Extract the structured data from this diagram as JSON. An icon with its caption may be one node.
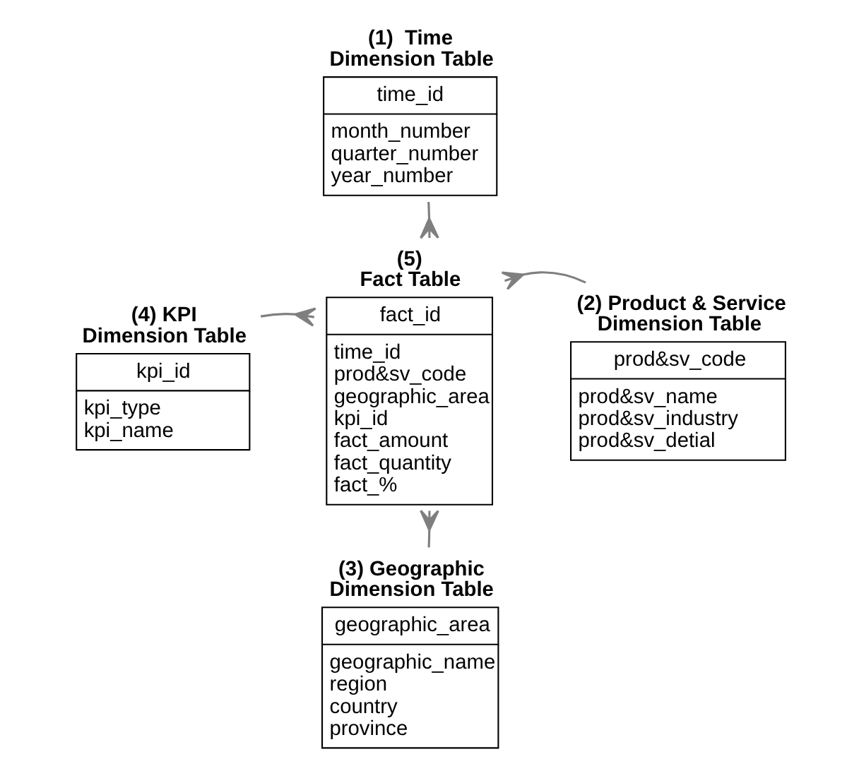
{
  "diagram": {
    "nodes": [
      {
        "text": [
          "(1)  Time Dimension Table",
          "time_id",
          "month_number",
          "quarter_number",
          "year_number"
        ]
      },
      {
        "text": [
          "(5) Fact Table",
          "fact_id",
          "time_id",
          "prod&sv_code",
          "geographic_area",
          "kpi_id",
          "fact_amount",
          "fact_quantity",
          "fact_%"
        ]
      },
      {
        "text": [
          "(4) KPI Dimension Table",
          "kpi_id",
          "kpi_type",
          "kpi_name"
        ]
      },
      {
        "text": [
          "(2) Product & Service Dimension Table",
          "prod&sv_code",
          "prod&sv_name",
          "prod&sv_industry",
          "prod&sv_detial"
        ]
      },
      {
        "text": [
          "(3) Geographic Dimension Table",
          "geographic_area",
          "geographic_name",
          "region",
          "country",
          "province"
        ]
      }
    ],
    "edges": [
      {
        "from": 0,
        "to": 1,
        "arrow": "other"
      },
      {
        "from": 2,
        "to": 1,
        "arrow": "other"
      },
      {
        "from": 3,
        "to": 1,
        "arrow": "other"
      },
      {
        "from": 4,
        "to": 1,
        "arrow": "other"
      }
    ]
  }
}
